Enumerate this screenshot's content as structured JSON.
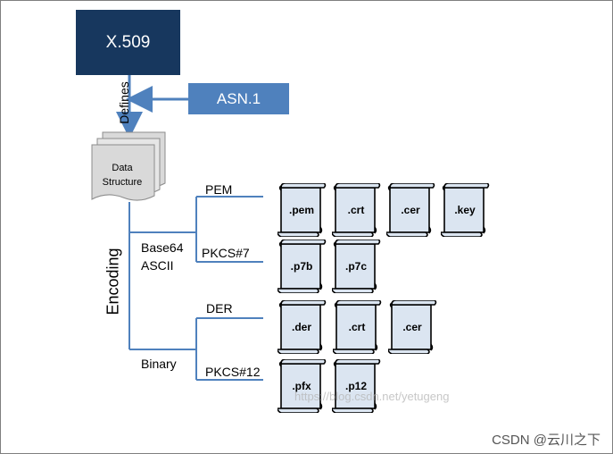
{
  "nodes": {
    "x509": "X.509",
    "asn1": "ASN.1",
    "defines": "Defines",
    "data_structure": [
      "Data",
      "Structure"
    ],
    "encoding": "Encoding",
    "base64": [
      "Base64",
      "ASCII"
    ],
    "binary": "Binary",
    "pem": "PEM",
    "pkcs7": "PKCS#7",
    "der": "DER",
    "pkcs12": "PKCS#12"
  },
  "files": {
    "pem_row": [
      ".pem",
      ".crt",
      ".cer",
      ".key"
    ],
    "pkcs7_row": [
      ".p7b",
      ".p7c"
    ],
    "der_row": [
      ".der",
      ".crt",
      ".cer"
    ],
    "pkcs12_row": [
      ".pfx",
      ".p12"
    ]
  },
  "watermark": "https://blog.csdn.net/yetugeng",
  "credit": "CSDN @云川之下",
  "colors": {
    "dark_blue": "#17375e",
    "mid_blue": "#4f81bd",
    "line_blue": "#4f81bd",
    "scroll_fill": "#dbe5f1"
  }
}
